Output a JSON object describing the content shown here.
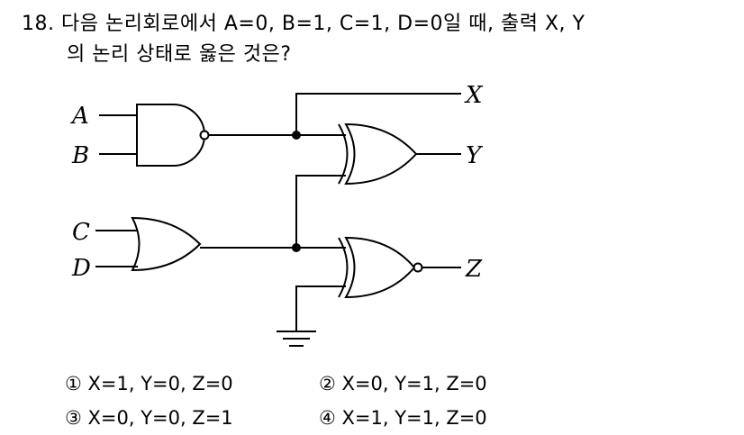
{
  "question": {
    "line1": "18. 다음 논리회로에서 A=0, B=1, C=1, D=0일 때, 출력 X, Y",
    "line2": "의 논리 상태로 옳은 것은?"
  },
  "circuit": {
    "inputs": [
      "A",
      "B",
      "C",
      "D"
    ],
    "outputs": [
      "X",
      "Y",
      "Z"
    ]
  },
  "choices": [
    "① X=1, Y=0, Z=0",
    "② X=0, Y=1, Z=0",
    "③ X=0, Y=0, Z=1",
    "④ X=1, Y=1, Z=0"
  ]
}
